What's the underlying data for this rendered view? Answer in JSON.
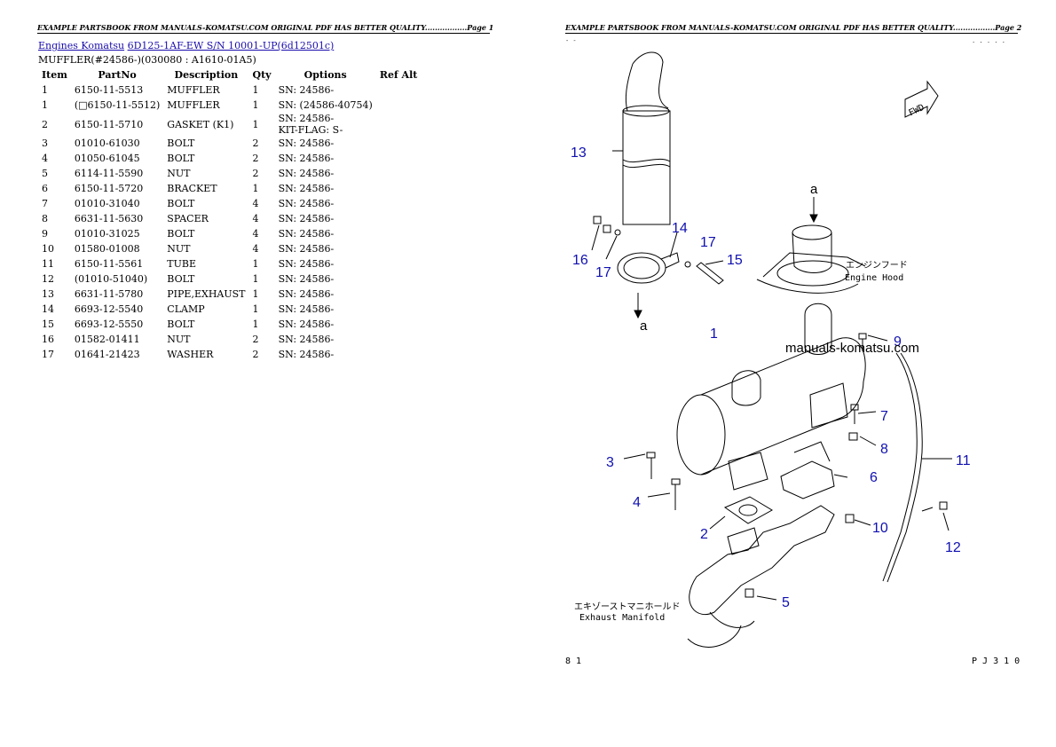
{
  "page1": {
    "header": "EXAMPLE PARTSBOOK FROM MANUALS-KOMATSU.COM ORIGINAL PDF HAS BETTER QUALITY.................Page 1",
    "breadcrumb": {
      "link1": "Engines Komatsu",
      "link2": "6D125-1AF-EW S/N 10001-UP(6d12501c)"
    },
    "subtitle": "MUFFLER(#24586-)(030080 : A1610-01A5)",
    "columns": [
      "Item",
      "PartNo",
      "Description",
      "Qty",
      "Options",
      "Ref Alt"
    ],
    "rows": [
      {
        "item": "1",
        "partno": "6150-11-5513",
        "desc": "MUFFLER",
        "qty": "1",
        "opt": "SN: 24586-"
      },
      {
        "item": "1",
        "partno": "(□6150-11-5512)",
        "desc": "MUFFLER",
        "qty": "1",
        "opt": "SN: (24586-40754)"
      },
      {
        "item": "2",
        "partno": "6150-11-5710",
        "desc": "GASKET (K1)",
        "qty": "1",
        "opt": "SN: 24586-",
        "opt2": "KIT-FLAG: S-"
      },
      {
        "item": "3",
        "partno": "01010-61030",
        "desc": "BOLT",
        "qty": "2",
        "opt": "SN: 24586-"
      },
      {
        "item": "4",
        "partno": "01050-61045",
        "desc": "BOLT",
        "qty": "2",
        "opt": "SN: 24586-"
      },
      {
        "item": "5",
        "partno": "6114-11-5590",
        "desc": "NUT",
        "qty": "2",
        "opt": "SN: 24586-"
      },
      {
        "item": "6",
        "partno": "6150-11-5720",
        "desc": "BRACKET",
        "qty": "1",
        "opt": "SN: 24586-"
      },
      {
        "item": "7",
        "partno": "01010-31040",
        "desc": "BOLT",
        "qty": "4",
        "opt": "SN: 24586-"
      },
      {
        "item": "8",
        "partno": "6631-11-5630",
        "desc": "SPACER",
        "qty": "4",
        "opt": "SN: 24586-"
      },
      {
        "item": "9",
        "partno": "01010-31025",
        "desc": "BOLT",
        "qty": "4",
        "opt": "SN: 24586-"
      },
      {
        "item": "10",
        "partno": "01580-01008",
        "desc": "NUT",
        "qty": "4",
        "opt": "SN: 24586-"
      },
      {
        "item": "11",
        "partno": "6150-11-5561",
        "desc": "TUBE",
        "qty": "1",
        "opt": "SN: 24586-"
      },
      {
        "item": "12",
        "partno": "(01010-51040)",
        "desc": "BOLT",
        "qty": "1",
        "opt": "SN: 24586-"
      },
      {
        "item": "13",
        "partno": "6631-11-5780",
        "desc": "PIPE,EXHAUST",
        "qty": "1",
        "opt": "SN: 24586-"
      },
      {
        "item": "14",
        "partno": "6693-12-5540",
        "desc": "CLAMP",
        "qty": "1",
        "opt": "SN: 24586-"
      },
      {
        "item": "15",
        "partno": "6693-12-5550",
        "desc": "BOLT",
        "qty": "1",
        "opt": "SN: 24586-"
      },
      {
        "item": "16",
        "partno": "01582-01411",
        "desc": "NUT",
        "qty": "2",
        "opt": "SN: 24586-"
      },
      {
        "item": "17",
        "partno": "01641-21423",
        "desc": "WASHER",
        "qty": "2",
        "opt": "SN: 24586-"
      }
    ]
  },
  "page2": {
    "header": "EXAMPLE PARTSBOOK FROM MANUALS-KOMATSU.COM ORIGINAL PDF HAS BETTER QUALITY.................Page 2",
    "watermark": "manuals-komatsu.com",
    "fwd": "FWD",
    "label_a": "a",
    "engine_hood_jp": "エンジンフード",
    "engine_hood_en": "Engine Hood",
    "exhaust_jp": "エキゾーストマニホールド",
    "exhaust_en": "Exhaust Manifold",
    "footer_left": "8 1",
    "footer_right": "P J 3 1 0",
    "callouts": [
      "1",
      "2",
      "3",
      "4",
      "5",
      "6",
      "7",
      "8",
      "9",
      "10",
      "11",
      "12",
      "13",
      "14",
      "15",
      "16",
      "17",
      "17"
    ]
  }
}
